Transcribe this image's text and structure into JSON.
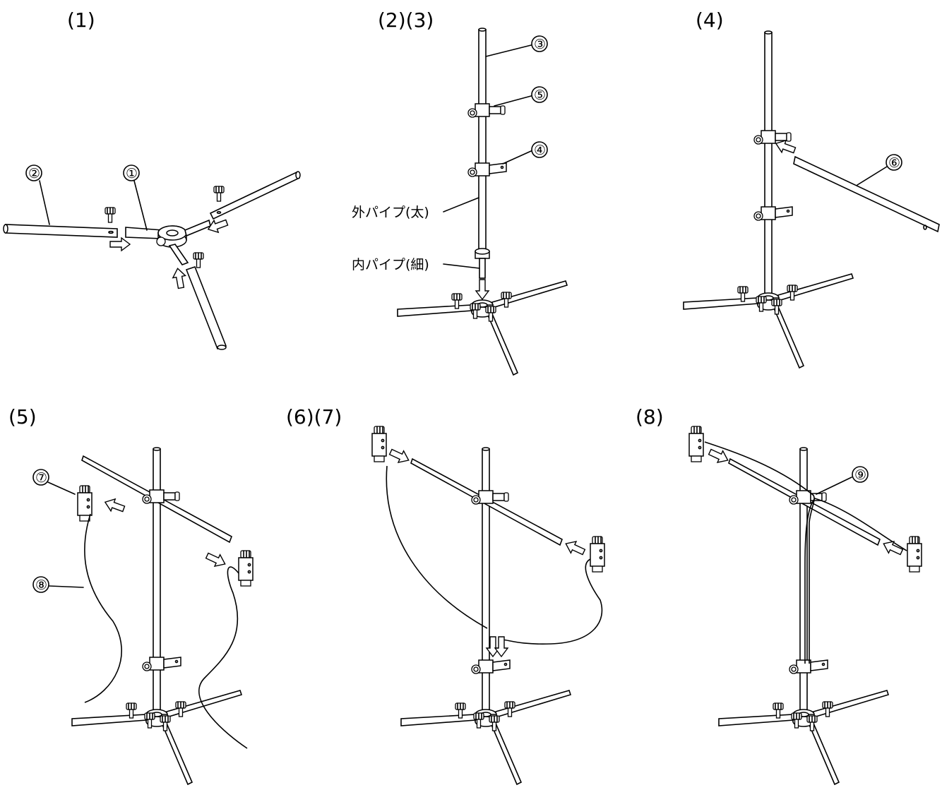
{
  "panels": [
    {
      "step": "(1)",
      "callouts": [
        "①",
        "②"
      ]
    },
    {
      "step": "(2)(3)",
      "callouts": [
        "③",
        "⑤",
        "④"
      ],
      "labels": [
        "外パイプ(太)",
        "内パイプ(細)"
      ]
    },
    {
      "step": "(4)",
      "callouts": [
        "⑥"
      ]
    },
    {
      "step": "(5)",
      "callouts": [
        "⑦",
        "⑧"
      ]
    },
    {
      "step": "(6)(7)",
      "callouts": []
    },
    {
      "step": "(8)",
      "callouts": [
        "⑨"
      ]
    }
  ],
  "colors": {
    "line": "#000000",
    "background": "#ffffff",
    "part_fill": "#ffffff"
  }
}
